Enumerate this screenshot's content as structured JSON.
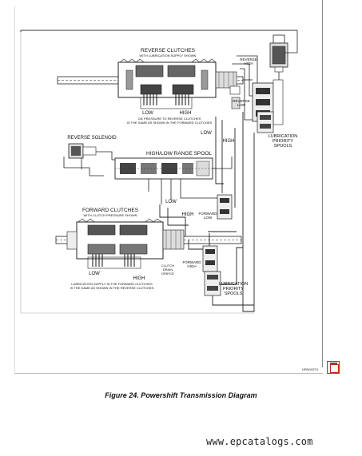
{
  "diagram": {
    "labels": {
      "reverse_clutches": "REVERSE CLUTCHES",
      "reverse_lub_note": "WITH LUBRICATION SUPPLY SHOWN",
      "low_top": "LOW",
      "high_top": "HIGH",
      "oil_pressure_note_1": "OIL PRESSURE TO REVERSE CLUTCHES",
      "oil_pressure_note_2": "IS THE SAME AS SHOWN IN THE FORWARD CLUTCHES",
      "reverse_high": "REVERSE",
      "reverse_high_2": "HIGH",
      "reverse_low": "REVERSE",
      "reverse_low_2": "LOW",
      "low_mid": "LOW",
      "high_mid": "HIGH",
      "lub_priority_top_1": "LUBRICATION",
      "lub_priority_top_2": "PRIORITY",
      "lub_priority_top_3": "SPOOLS",
      "reverse_solenoid": "REVERSE SOLENOID",
      "range_spool": "HIGH/LOW RANGE SPOOL",
      "low_lower": "LOW",
      "high_lower": "HIGH",
      "forward_low": "FORWARD",
      "forward_low_2": "LOW",
      "forward_clutches": "FORWARD CLUTCHES",
      "forward_pressure_note": "WITH CLUTCH PRESSURE SHOWN",
      "forward_high": "FORWARD",
      "forward_high_2": "HIGH",
      "clutch_drain_1": "CLUTCH",
      "clutch_drain_2": "DRAIN",
      "clutch_drain_3": "ORIFICE",
      "low_bottom": "LOW",
      "high_bottom": "HIGH",
      "lub_supply_note_1": "LUBRICATION SUPPLY IN THE FORWARD CLUTCHES",
      "lub_supply_note_2": "IS THE SAME AS SHOWN IN THE REVERSE CLUTCHES",
      "lub_priority_bot_1": "LUBRICATION",
      "lub_priority_bot_2": "PRIORITY",
      "lub_priority_bot_3": "SPOOLS",
      "figure_code": "HRN10274"
    }
  },
  "caption": "Figure 24. Powershift Transmission Diagram",
  "watermark": "www.epcatalogs.com",
  "icons": {
    "doc_icon": "document-icon"
  }
}
